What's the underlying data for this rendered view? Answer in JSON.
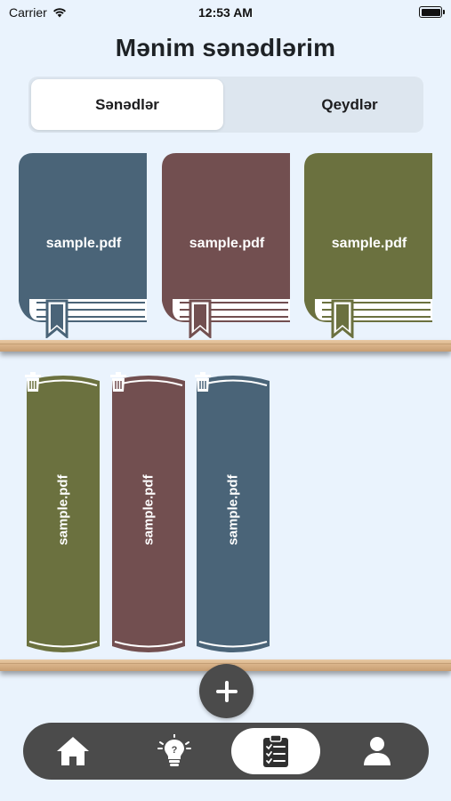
{
  "status_bar": {
    "carrier": "Carrier",
    "time": "12:53 AM"
  },
  "header": {
    "title": "Mənim sənədlərim"
  },
  "segmented_control": {
    "options": [
      {
        "label": "Sənədlər",
        "selected": true
      },
      {
        "label": "Qeydlər",
        "selected": false
      }
    ]
  },
  "shelf_top": {
    "books": [
      {
        "label": "sample.pdf",
        "color": "#4a6478"
      },
      {
        "label": "sample.pdf",
        "color": "#724f50"
      },
      {
        "label": "sample.pdf",
        "color": "#6b713f"
      }
    ]
  },
  "shelf_bottom": {
    "spines": [
      {
        "label": "sample.pdf",
        "color": "#6b713f",
        "icon": "trash-icon"
      },
      {
        "label": "sample.pdf",
        "color": "#724f50",
        "icon": "trash-icon"
      },
      {
        "label": "sample.pdf",
        "color": "#4a6478",
        "icon": "trash-icon"
      }
    ]
  },
  "fab": {
    "icon": "plus-icon"
  },
  "tab_bar": {
    "items": [
      {
        "icon": "home-icon",
        "selected": false
      },
      {
        "icon": "lightbulb-icon",
        "selected": false
      },
      {
        "icon": "clipboard-checklist-icon",
        "selected": true
      },
      {
        "icon": "person-icon",
        "selected": false
      }
    ]
  },
  "colors": {
    "background": "#eaf3fd",
    "tab_bar": "#4b4b4b",
    "shelf": "#d9b389"
  }
}
